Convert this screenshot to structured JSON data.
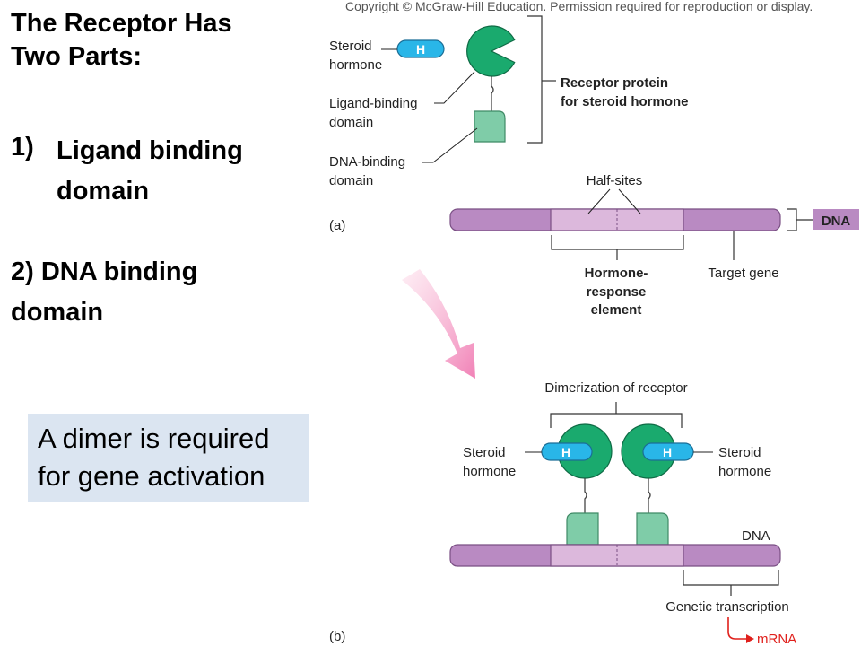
{
  "slide": {
    "title_line1": "The Receptor Has",
    "title_line2": "Two Parts:",
    "item1_number": "1)",
    "item1_text_line1": "Ligand binding",
    "item1_text_line2": "domain",
    "item2_line1": "2) DNA binding",
    "item2_line2": "domain",
    "callout_line1": "A dimer is required",
    "callout_line2": "for gene activation",
    "callout_color": "#dbe5f1"
  },
  "figure": {
    "copyright": "Copyright © McGraw-Hill Education. Permission required for reproduction or display.",
    "colors": {
      "receptor": "#1aaa6e",
      "dna_binding": "#7fcca8",
      "hormone": "#29b6e8",
      "dna_dark": "#b98ac2",
      "dna_light": "#dcb8dc",
      "mrna": "#e0201c"
    },
    "panel_a": {
      "label": "(a)",
      "steroid_hormone_l1": "Steroid",
      "steroid_hormone_l2": "hormone",
      "hormone_letter": "H",
      "ligand_l1": "Ligand-binding",
      "ligand_l2": "domain",
      "dnabind_l1": "DNA-binding",
      "dnabind_l2": "domain",
      "receptor_l1": "Receptor protein",
      "receptor_l2": "for steroid hormone",
      "half_sites": "Half-sites",
      "dna_tag": "DNA",
      "hre_l1": "Hormone-",
      "hre_l2": "response",
      "hre_l3": "element",
      "target_gene": "Target gene"
    },
    "panel_b": {
      "label": "(b)",
      "dimerization": "Dimerization of receptor",
      "left_hormone_l1": "Steroid",
      "left_hormone_l2": "hormone",
      "right_hormone_l1": "Steroid",
      "right_hormone_l2": "hormone",
      "hormone_letter": "H",
      "dna": "DNA",
      "transcription": "Genetic transcription",
      "mrna": "mRNA"
    }
  }
}
